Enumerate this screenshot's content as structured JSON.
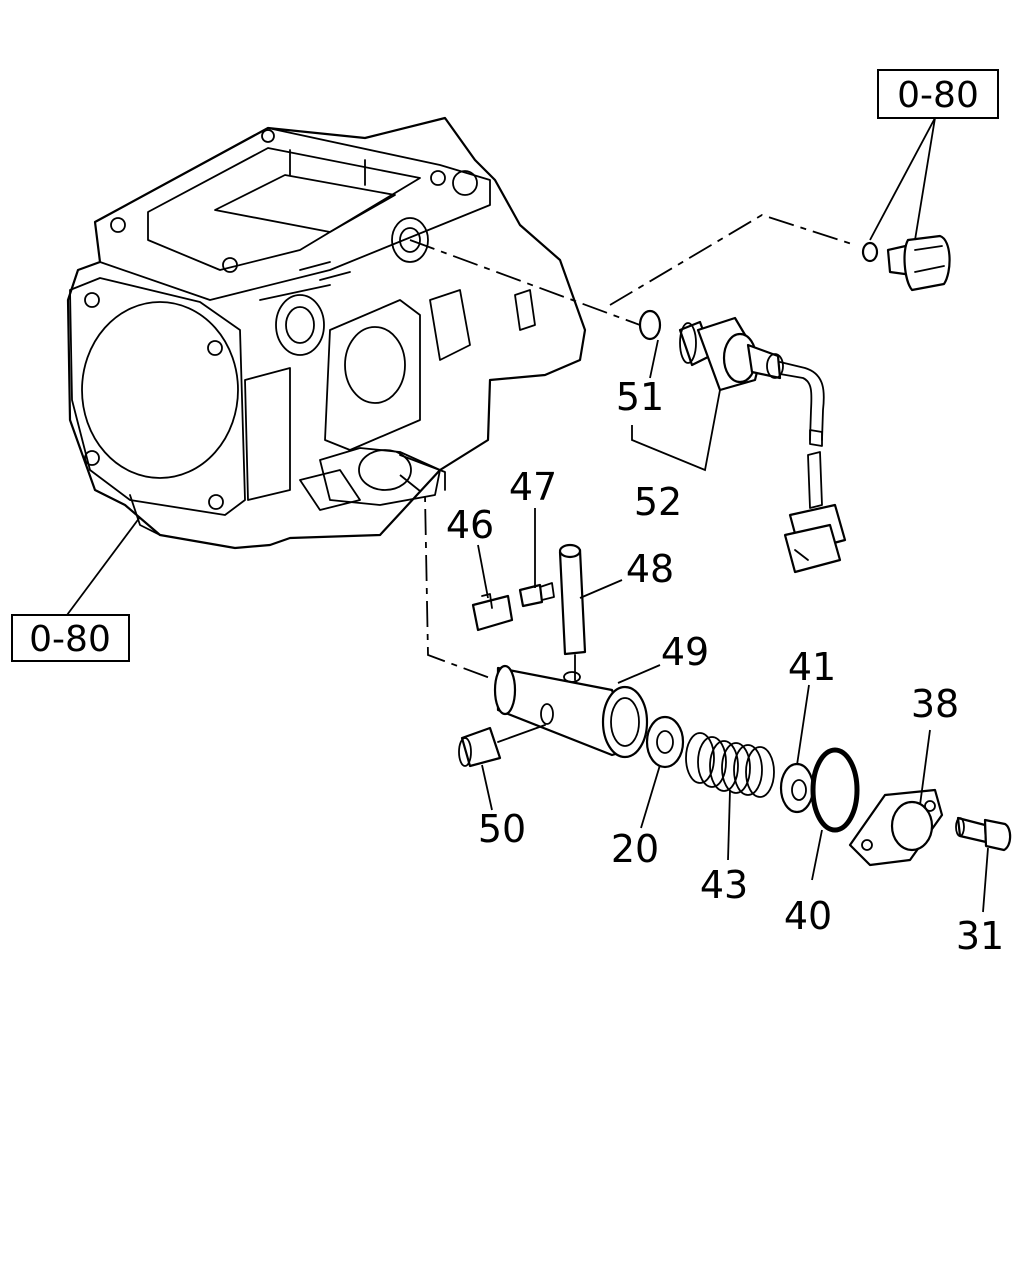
{
  "references": {
    "top_right": "0-80",
    "left": "0-80"
  },
  "callouts": [
    {
      "id": "c51",
      "label": "51"
    },
    {
      "id": "c52",
      "label": "52"
    },
    {
      "id": "c47",
      "label": "47"
    },
    {
      "id": "c46",
      "label": "46"
    },
    {
      "id": "c48",
      "label": "48"
    },
    {
      "id": "c49",
      "label": "49"
    },
    {
      "id": "c41",
      "label": "41"
    },
    {
      "id": "c38",
      "label": "38"
    },
    {
      "id": "c50",
      "label": "50"
    },
    {
      "id": "c20",
      "label": "20"
    },
    {
      "id": "c43",
      "label": "43"
    },
    {
      "id": "c40",
      "label": "40"
    },
    {
      "id": "c31",
      "label": "31"
    }
  ]
}
